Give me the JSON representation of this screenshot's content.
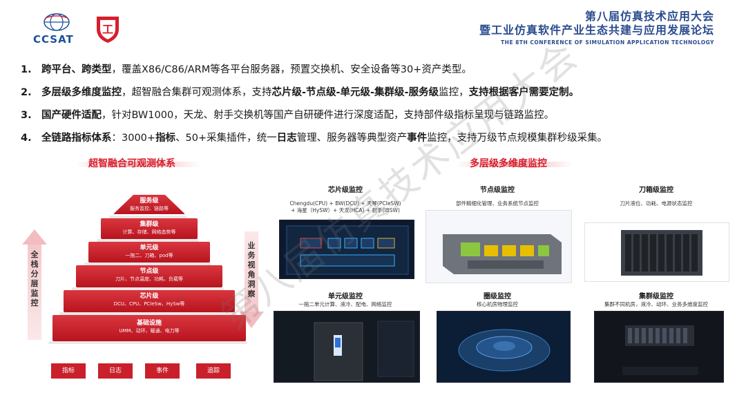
{
  "header": {
    "logo_text": "CCSAT",
    "logo_red_glyph": "工",
    "conference_line1": "第八届仿真技术应用大会",
    "conference_line2": "暨工业仿真软件产业生态共建与应用发展论坛",
    "conference_en": "THE 8TH CONFERENCE OF SIMULATION APPLICATION TECHNOLOGY"
  },
  "points": [
    {
      "num": "1.",
      "bold1": "跨平台、跨类型",
      "rest1": "，覆盖X86/C86/ARM等各平台服务器，预置交换机、安全设备等30+资产类型。"
    },
    {
      "num": "2.",
      "bold1": "多层级多维度监控",
      "rest1": "，超智融合集群可观测体系，支持",
      "bold2": "芯片级-节点级-单元级-集群级-服务级",
      "rest2": "监控，",
      "bold3": "支持根据客户需要定制。"
    },
    {
      "num": "3.",
      "bold1": "国产硬件适配",
      "rest1": "，针对BW1000，天龙、射手交换机等国产自研硬件进行深度适配，支持部件级指标呈现与链路监控。"
    },
    {
      "num": "4.",
      "bold1": "全链路指标体系",
      "rest1": "：3000+",
      "bold2": "指标",
      "rest2": "、50+采集插件，统一",
      "bold3": "日志",
      "rest3": "管理、服务器等典型资产",
      "bold4": "事件",
      "rest4": "监控，支持万级节点规模集群秒级采集。"
    }
  ],
  "left_section": {
    "title": "超智融合可观测体系",
    "left_arrow_label": "全栈分层监控",
    "right_arrow_label": "业务视角洞察",
    "layers": [
      {
        "title": "服务级",
        "sub": "服务监控、链路等"
      },
      {
        "title": "集群级",
        "sub": "计算、存储、网络态势等"
      },
      {
        "title": "单元级",
        "sub": "一拖二、刀箱、pod等"
      },
      {
        "title": "节点级",
        "sub": "刀片、节点温度、功耗、负载等"
      },
      {
        "title": "芯片级",
        "sub": "DCU、CPU、PCIeSw、HySw等"
      },
      {
        "title": "基础设施",
        "sub": "UMM、动环、暖通、电力等"
      }
    ],
    "tags": [
      "指标",
      "日志",
      "事件",
      "追踪"
    ]
  },
  "right_section": {
    "title": "多层级多维度监控",
    "panels": [
      {
        "title": "芯片级监控",
        "sub": "Chengdu(CPU) + BW(DCU) + 天琴(PCIeSW)\n+ 海星（HySW）+ 天龙(HCA) + 射手(IBSW)"
      },
      {
        "title": "节点级监控",
        "sub": "部件精细化管理、业务系统节点监控"
      },
      {
        "title": "刀箱级监控",
        "sub": "刀片液位、功耗、电源状态监控"
      },
      {
        "title": "单元级监控",
        "sub": "一拖二单元计算、液冷、配电、网络监控"
      },
      {
        "title": "圈级监控",
        "sub": "核心机房物理监控"
      },
      {
        "title": "集群级监控",
        "sub": "集群不同机房，液冷、动环、业务多维度监控"
      }
    ]
  },
  "watermark": "第八届仿真技术应用大会",
  "colors": {
    "accent_red": "#d81e2c",
    "title_blue": "#2a4c8f"
  }
}
